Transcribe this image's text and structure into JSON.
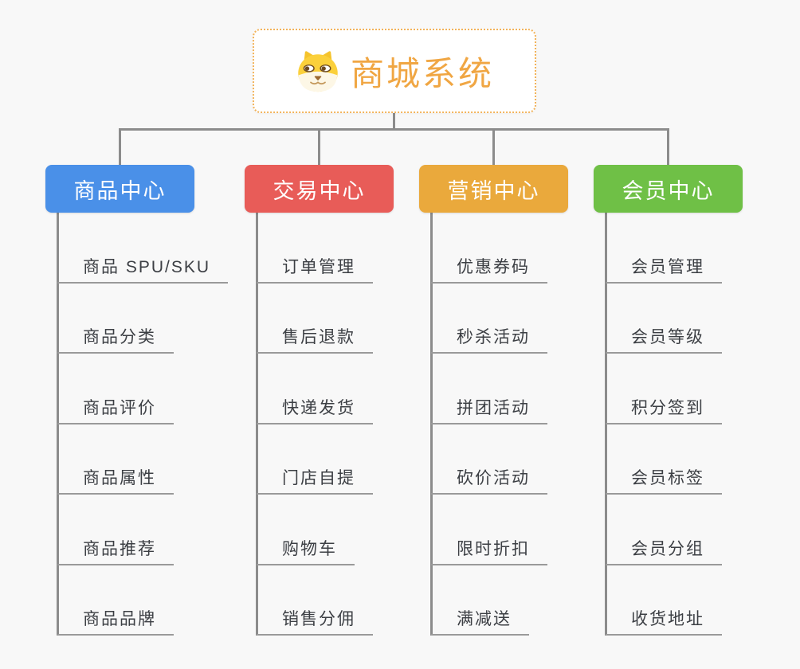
{
  "root": {
    "title": "商城系统",
    "icon": "doge-icon"
  },
  "branches": [
    {
      "label": "商品中心",
      "color": "#4a90e8",
      "children": [
        "商品 SPU/SKU",
        "商品分类",
        "商品评价",
        "商品属性",
        "商品推荐",
        "商品品牌"
      ]
    },
    {
      "label": "交易中心",
      "color": "#e85c58",
      "children": [
        "订单管理",
        "售后退款",
        "快递发货",
        "门店自提",
        "购物车",
        "销售分佣"
      ]
    },
    {
      "label": "营销中心",
      "color": "#eaa93c",
      "children": [
        "优惠券码",
        "秒杀活动",
        "拼团活动",
        "砍价活动",
        "限时折扣",
        "满减送"
      ]
    },
    {
      "label": "会员中心",
      "color": "#6fc046",
      "children": [
        "会员管理",
        "会员等级",
        "积分签到",
        "会员标签",
        "会员分组",
        "收货地址"
      ]
    }
  ],
  "colors": {
    "background": "#f8f8f8",
    "connector": "#8c8c8c",
    "leaf_underline": "#9a9a9a",
    "leaf_text": "#3c3f44",
    "root_text": "#f0a643",
    "root_border": "#f2b35a"
  }
}
